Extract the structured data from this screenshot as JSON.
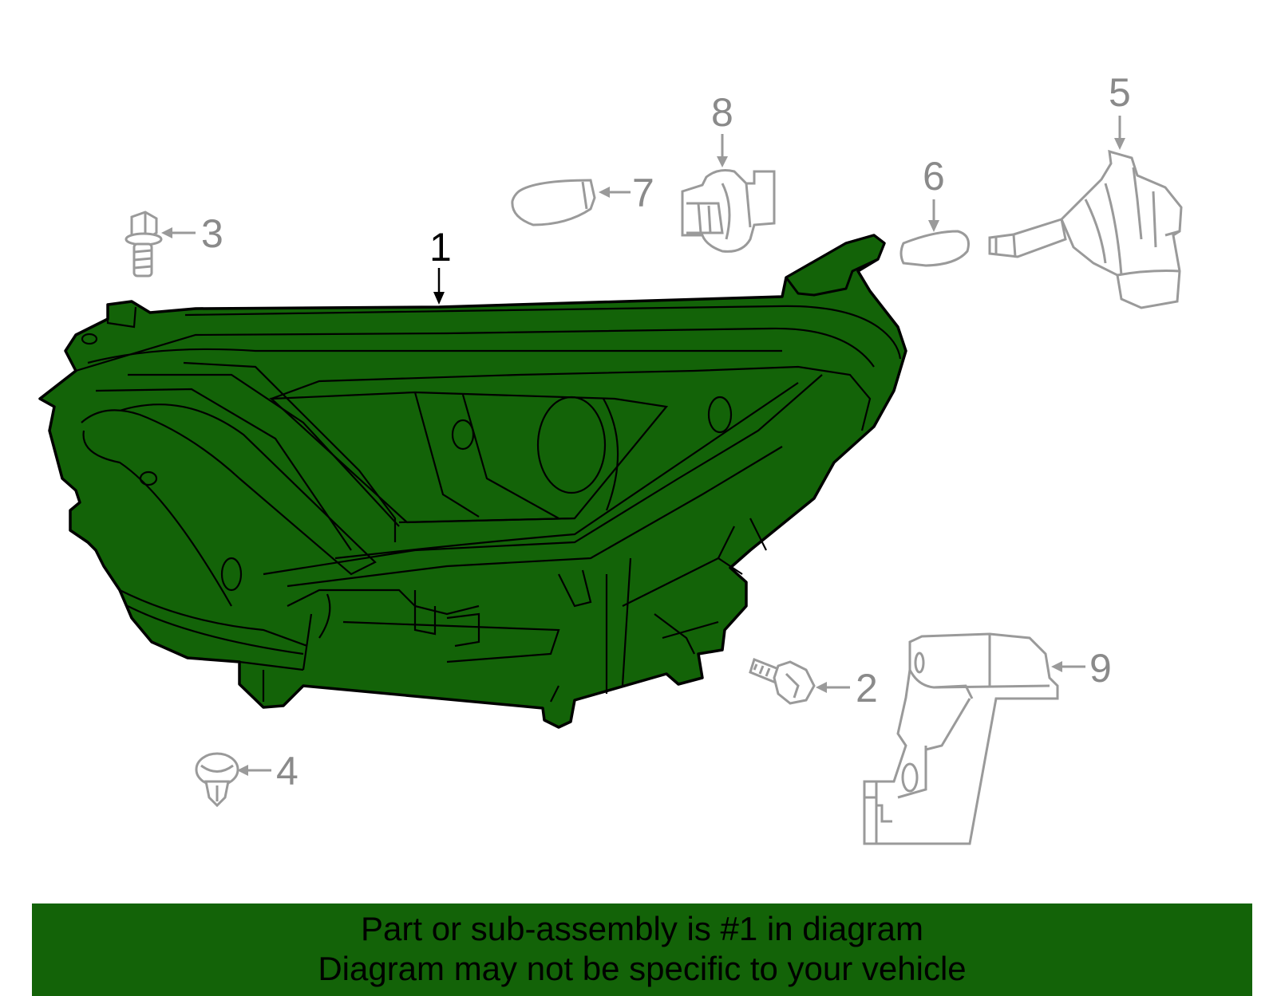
{
  "colors": {
    "highlight": "#136308",
    "outline": "#000000",
    "secondary_part": "#9a9a9a",
    "background": "#ffffff"
  },
  "callouts": {
    "c1": "1",
    "c2": "2",
    "c3": "3",
    "c4": "4",
    "c5": "5",
    "c6": "6",
    "c7": "7",
    "c8": "8",
    "c9": "9"
  },
  "banner": {
    "line1": "Part or sub-assembly is #1 in diagram",
    "line2": "Diagram may not be specific to your vehicle"
  }
}
